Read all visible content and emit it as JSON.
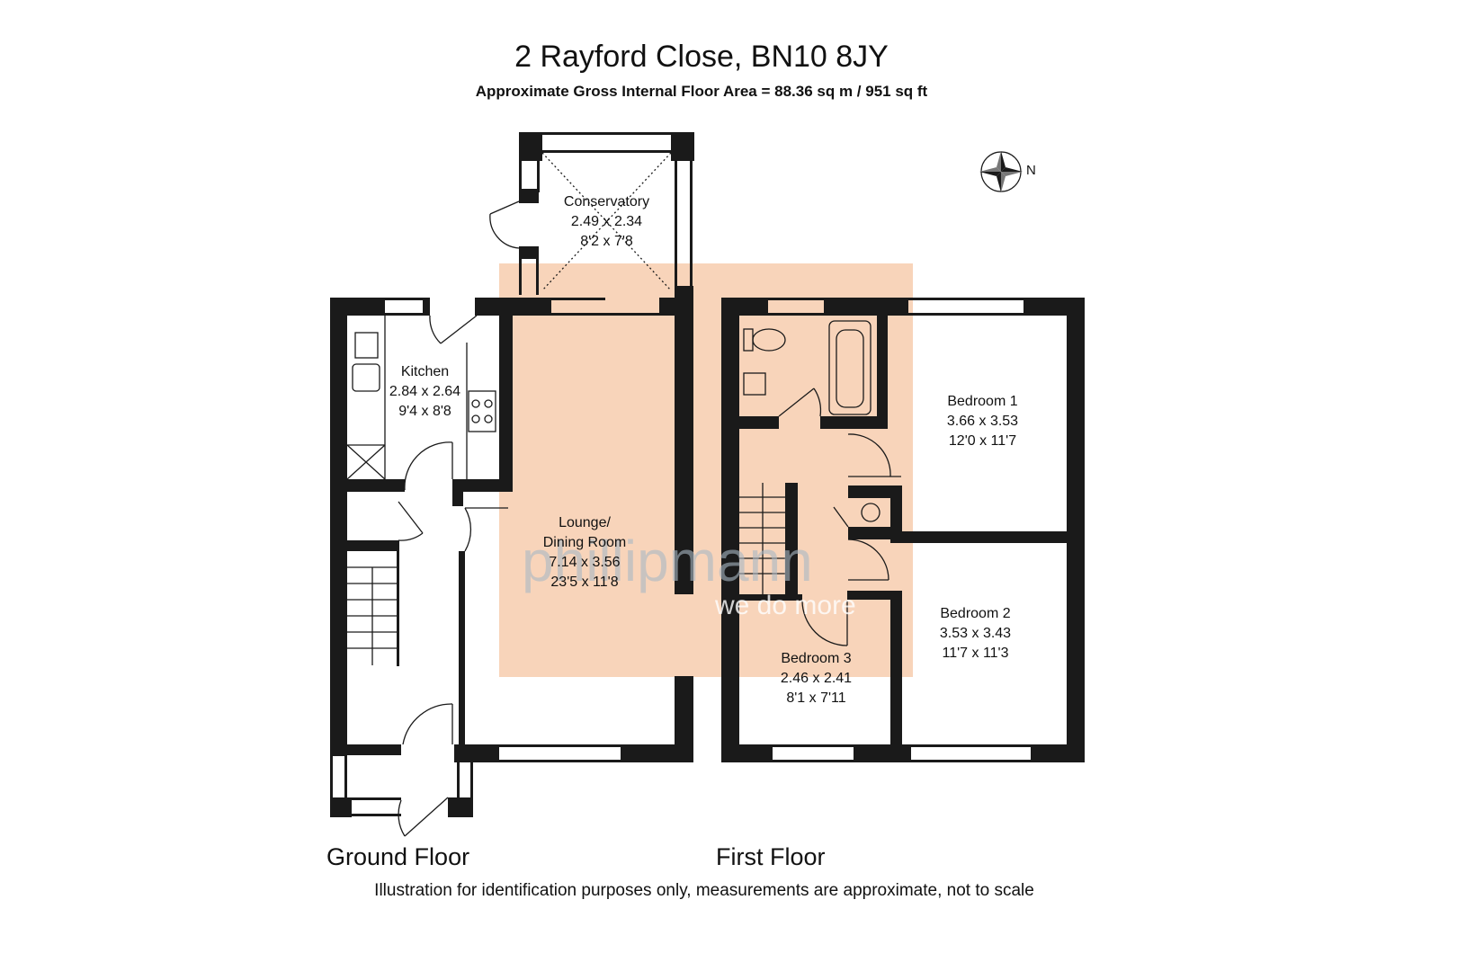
{
  "header": {
    "title": "2 Rayford Close, BN10 8JY",
    "subtitle": "Approximate Gross Internal Floor Area = 88.36 sq m / 951 sq ft"
  },
  "compass": {
    "label": "N"
  },
  "watermark": {
    "brand": "phillipmann",
    "tagline": "we do more",
    "color": "#f5c5a3"
  },
  "floors": {
    "ground": {
      "label": "Ground Floor",
      "rooms": {
        "conservatory": {
          "name": "Conservatory",
          "metric": "2.49 x 2.34",
          "imperial": "8'2 x 7'8"
        },
        "kitchen": {
          "name": "Kitchen",
          "metric": "2.84 x 2.64",
          "imperial": "9'4 x 8'8"
        },
        "lounge": {
          "name_line1": "Lounge/",
          "name_line2": "Dining Room",
          "metric": "7.14 x 3.56",
          "imperial": "23'5 x 11'8"
        }
      }
    },
    "first": {
      "label": "First Floor",
      "rooms": {
        "bedroom1": {
          "name": "Bedroom 1",
          "metric": "3.66 x 3.53",
          "imperial": "12'0 x 11'7"
        },
        "bedroom2": {
          "name": "Bedroom 2",
          "metric": "3.53 x 3.43",
          "imperial": "11'7 x 11'3"
        },
        "bedroom3": {
          "name": "Bedroom 3",
          "metric": "2.46 x 2.41",
          "imperial": "8'1 x 7'11"
        }
      }
    }
  },
  "footer": {
    "disclaimer": "Illustration for identification purposes only, measurements are approximate, not to scale"
  },
  "colors": {
    "wall": "#1a1a1a",
    "overlay": "#f5c5a3"
  }
}
